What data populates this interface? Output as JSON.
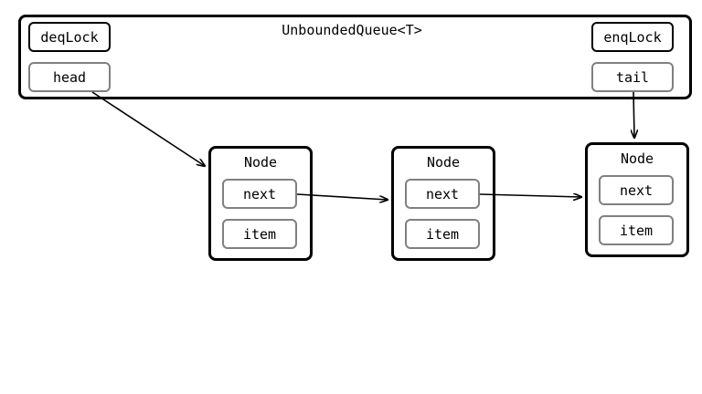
{
  "queue": {
    "title": "UnboundedQueue<T>",
    "deq_lock": "deqLock",
    "enq_lock": "enqLock",
    "head": "head",
    "tail": "tail"
  },
  "nodes": [
    {
      "title": "Node",
      "next": "next",
      "item": "item"
    },
    {
      "title": "Node",
      "next": "next",
      "item": "item"
    },
    {
      "title": "Node",
      "next": "next",
      "item": "item"
    }
  ]
}
